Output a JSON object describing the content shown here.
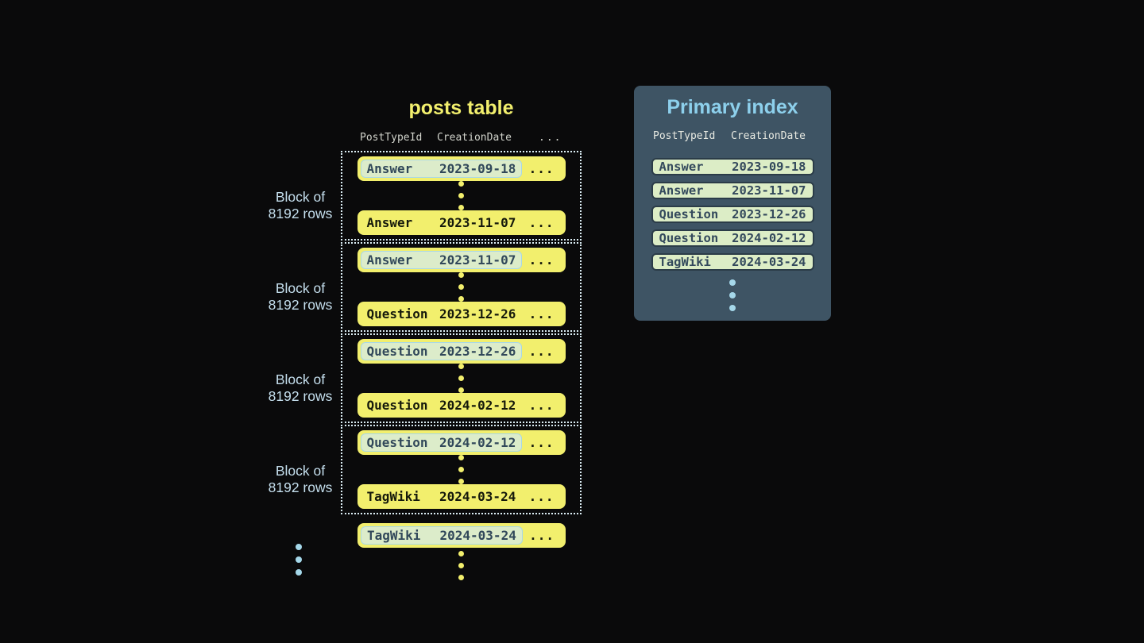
{
  "posts_table": {
    "title": "posts table",
    "header": {
      "col1": "PostTypeId",
      "col2": "CreationDate",
      "more": "..."
    },
    "row_more": "...",
    "blocks": [
      {
        "label": [
          "Block of",
          "8192 rows"
        ],
        "first_row": {
          "type": "Answer",
          "date": "2023-09-18"
        },
        "last_row": {
          "type": "Answer",
          "date": "2023-11-07"
        }
      },
      {
        "label": [
          "Block of",
          "8192 rows"
        ],
        "first_row": {
          "type": "Answer",
          "date": "2023-11-07"
        },
        "last_row": {
          "type": "Question",
          "date": "2023-12-26"
        }
      },
      {
        "label": [
          "Block of",
          "8192 rows"
        ],
        "first_row": {
          "type": "Question",
          "date": "2023-12-26"
        },
        "last_row": {
          "type": "Question",
          "date": "2024-02-12"
        }
      },
      {
        "label": [
          "Block of",
          "8192 rows"
        ],
        "first_row": {
          "type": "Question",
          "date": "2024-02-12"
        },
        "last_row": {
          "type": "TagWiki",
          "date": "2024-03-24"
        }
      }
    ],
    "tail_row": {
      "type": "TagWiki",
      "date": "2024-03-24"
    }
  },
  "primary_index": {
    "title": "Primary index",
    "header": {
      "col1": "PostTypeId",
      "col2": "CreationDate"
    },
    "rows": [
      {
        "type": "Answer",
        "date": "2023-09-18"
      },
      {
        "type": "Answer",
        "date": "2023-11-07"
      },
      {
        "type": "Question",
        "date": "2023-12-26"
      },
      {
        "type": "Question",
        "date": "2024-02-12"
      },
      {
        "type": "TagWiki",
        "date": "2024-03-24"
      }
    ]
  },
  "colors": {
    "background": "#0a0a0b",
    "row_yellow": "#f2ef6d",
    "highlight_green": "#dcecca",
    "highlight_border_blue": "#a8d8e8",
    "index_panel_slate": "#3e5464",
    "index_row_green": "#dcedc6",
    "accent_blue": "#a5d8ea",
    "title_yellow": "#f2ef6d",
    "title_blue": "#8dd0ec",
    "dark_text": "#31485a"
  }
}
